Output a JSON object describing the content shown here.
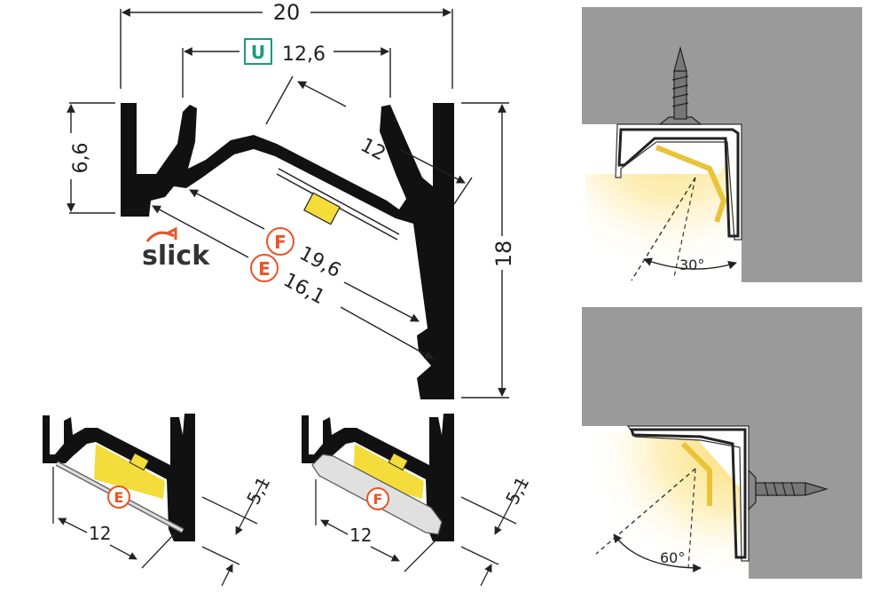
{
  "dimensions": {
    "width_total": "20",
    "width_inner": "12,6",
    "height_total": "18",
    "height_side": "6,6",
    "diffuser_width": "12",
    "diffuser_f_length": "19,6",
    "diffuser_e_length": "16,1",
    "detail_e_width": "12",
    "detail_e_height": "5,1",
    "detail_f_width": "12",
    "detail_f_height": "5,1"
  },
  "badges": {
    "u": {
      "letter": "U",
      "color": "#1a9a7c"
    },
    "f": {
      "letter": "F",
      "color": "#e8542a"
    },
    "e": {
      "letter": "E",
      "color": "#e8542a"
    }
  },
  "brand": {
    "text": "slick",
    "accent": "#e8542a"
  },
  "angles": {
    "ceiling": "30°",
    "wall": "60°"
  },
  "colors": {
    "profile": "#111111",
    "led": "#f4dc3a",
    "ceiling": "#9a9a9a",
    "light": "#fbe9a0"
  }
}
